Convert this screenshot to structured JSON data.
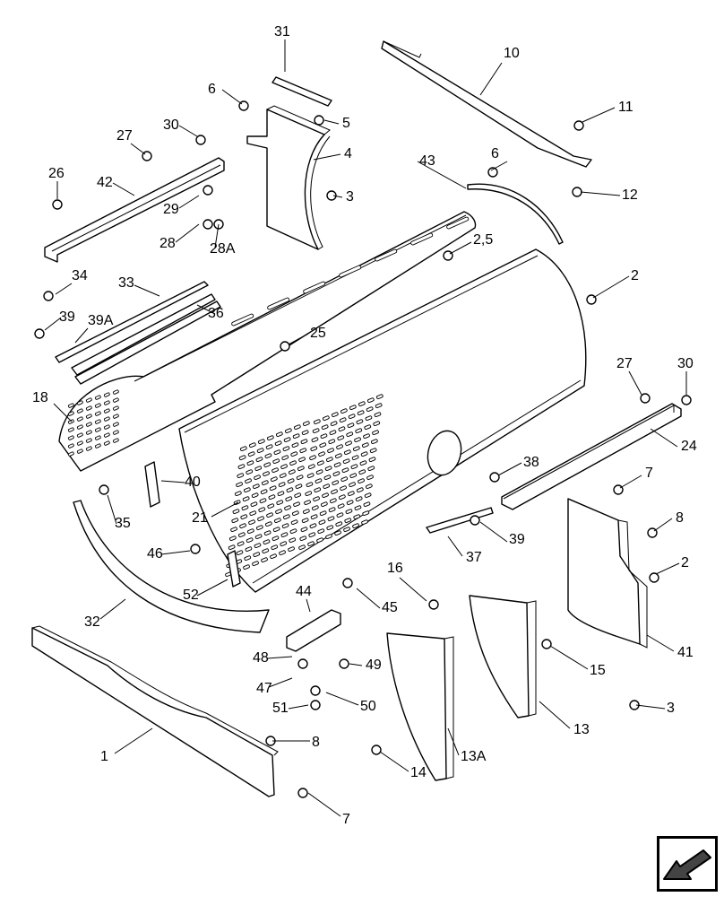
{
  "callouts": [
    {
      "id": "c1",
      "text": "1"
    },
    {
      "id": "c2a",
      "text": "2"
    },
    {
      "id": "c2b",
      "text": "2"
    },
    {
      "id": "c25",
      "text": "2,5"
    },
    {
      "id": "c3a",
      "text": "3"
    },
    {
      "id": "c3b",
      "text": "3"
    },
    {
      "id": "c4",
      "text": "4"
    },
    {
      "id": "c5",
      "text": "5"
    },
    {
      "id": "c6a",
      "text": "6"
    },
    {
      "id": "c6b",
      "text": "6"
    },
    {
      "id": "c7a",
      "text": "7"
    },
    {
      "id": "c7b",
      "text": "7"
    },
    {
      "id": "c8a",
      "text": "8"
    },
    {
      "id": "c8b",
      "text": "8"
    },
    {
      "id": "c10",
      "text": "10"
    },
    {
      "id": "c11",
      "text": "11"
    },
    {
      "id": "c12",
      "text": "12"
    },
    {
      "id": "c13",
      "text": "13"
    },
    {
      "id": "c13a",
      "text": "13A"
    },
    {
      "id": "c14",
      "text": "14"
    },
    {
      "id": "c15",
      "text": "15"
    },
    {
      "id": "c16",
      "text": "16"
    },
    {
      "id": "c18",
      "text": "18"
    },
    {
      "id": "c21",
      "text": "21"
    },
    {
      "id": "c24",
      "text": "24"
    },
    {
      "id": "c25b",
      "text": "25"
    },
    {
      "id": "c26",
      "text": "26"
    },
    {
      "id": "c27a",
      "text": "27"
    },
    {
      "id": "c27b",
      "text": "27"
    },
    {
      "id": "c28",
      "text": "28"
    },
    {
      "id": "c28a",
      "text": "28A"
    },
    {
      "id": "c29",
      "text": "29"
    },
    {
      "id": "c30a",
      "text": "30"
    },
    {
      "id": "c30b",
      "text": "30"
    },
    {
      "id": "c31",
      "text": "31"
    },
    {
      "id": "c32",
      "text": "32"
    },
    {
      "id": "c33",
      "text": "33"
    },
    {
      "id": "c34",
      "text": "34"
    },
    {
      "id": "c35",
      "text": "35"
    },
    {
      "id": "c36",
      "text": "36"
    },
    {
      "id": "c37",
      "text": "37"
    },
    {
      "id": "c38",
      "text": "38"
    },
    {
      "id": "c39a",
      "text": "39"
    },
    {
      "id": "c39b",
      "text": "39A"
    },
    {
      "id": "c39c",
      "text": "39"
    },
    {
      "id": "c40",
      "text": "40"
    },
    {
      "id": "c41",
      "text": "41"
    },
    {
      "id": "c42",
      "text": "42"
    },
    {
      "id": "c43",
      "text": "43"
    },
    {
      "id": "c44",
      "text": "44"
    },
    {
      "id": "c45",
      "text": "45"
    },
    {
      "id": "c46",
      "text": "46"
    },
    {
      "id": "c47",
      "text": "47"
    },
    {
      "id": "c48",
      "text": "48"
    },
    {
      "id": "c49",
      "text": "49"
    },
    {
      "id": "c50",
      "text": "50"
    },
    {
      "id": "c51",
      "text": "51"
    },
    {
      "id": "c52",
      "text": "52"
    }
  ],
  "nav": {
    "icon": "arrow-previous-icon"
  }
}
